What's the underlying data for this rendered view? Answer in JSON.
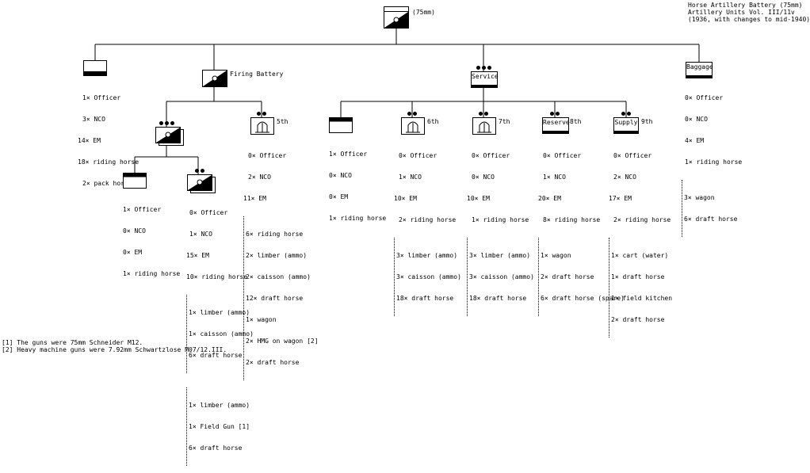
{
  "header": {
    "line1": "Horse Artillery Battery (75mm)",
    "line2": "Artillery Units Vol. III/11v",
    "line3": "(1936, with changes to mid-1940)"
  },
  "hq": {
    "caliber": "(75mm)"
  },
  "staff": {
    "lines": [
      "1× Officer",
      "3× NCO",
      "14× EM",
      "18× riding horse",
      "2× pack horse"
    ]
  },
  "firing_battery": {
    "label": "Firing Battery",
    "platoon_hq": {
      "lines": [
        "1× Officer",
        "0× NCO",
        "0× EM",
        "1× riding horse"
      ]
    },
    "gun_section": {
      "lines": [
        "0× Officer",
        "1× NCO",
        "15× EM",
        "10× riding horse"
      ],
      "group1": [
        "1× limber (ammo)",
        "1× caisson (ammo)",
        "6× draft horse"
      ],
      "group2": [
        "1× limber (ammo)",
        "1× Field Gun [1]",
        "6× draft horse"
      ]
    },
    "fifth": {
      "num": "5th",
      "lines": [
        "0× Officer",
        "2× NCO",
        "11× EM"
      ],
      "group": [
        "6× riding horse",
        "2× limber (ammo)",
        "2× caisson (ammo)",
        "12× draft horse",
        "1× wagon",
        "2× HMG on wagon [2]",
        "2× draft horse"
      ]
    }
  },
  "service": {
    "label": "Service",
    "hq": {
      "lines": [
        "1× Officer",
        "0× NCO",
        "0× EM",
        "1× riding horse"
      ]
    },
    "sixth": {
      "num": "6th",
      "lines": [
        "0× Officer",
        "1× NCO",
        "10× EM",
        "2× riding horse"
      ],
      "group": [
        "3× limber (ammo)",
        "3× caisson (ammo)",
        "18× draft horse"
      ]
    },
    "seventh": {
      "num": "7th",
      "lines": [
        "0× Officer",
        "0× NCO",
        "10× EM",
        "1× riding horse"
      ],
      "group": [
        "3× limber (ammo)",
        "3× caisson (ammo)",
        "18× draft horse"
      ]
    },
    "eighth": {
      "label": "Reserve",
      "num": "8th",
      "lines": [
        "0× Officer",
        "1× NCO",
        "20× EM",
        "8× riding horse"
      ],
      "group": [
        "1× wagon",
        "2× draft horse",
        "6× draft horse (spare)"
      ]
    },
    "ninth": {
      "label": "Supply",
      "num": "9th",
      "lines": [
        "0× Officer",
        "2× NCO",
        "17× EM",
        "2× riding horse"
      ],
      "group": [
        "1× cart (water)",
        "1× draft horse",
        "1× field kitchen",
        "2× draft horse"
      ]
    }
  },
  "baggage": {
    "label": "Baggage",
    "lines": [
      "0× Officer",
      "0× NCO",
      "4× EM",
      "1× riding horse"
    ],
    "group": [
      "3× wagon",
      "6× draft horse"
    ]
  },
  "notes": {
    "n1": "[1] The guns were 75mm Schneider M12.",
    "n2": "[2] Heavy machine guns were 7.92mm Schwartzlose M07/12.III."
  }
}
